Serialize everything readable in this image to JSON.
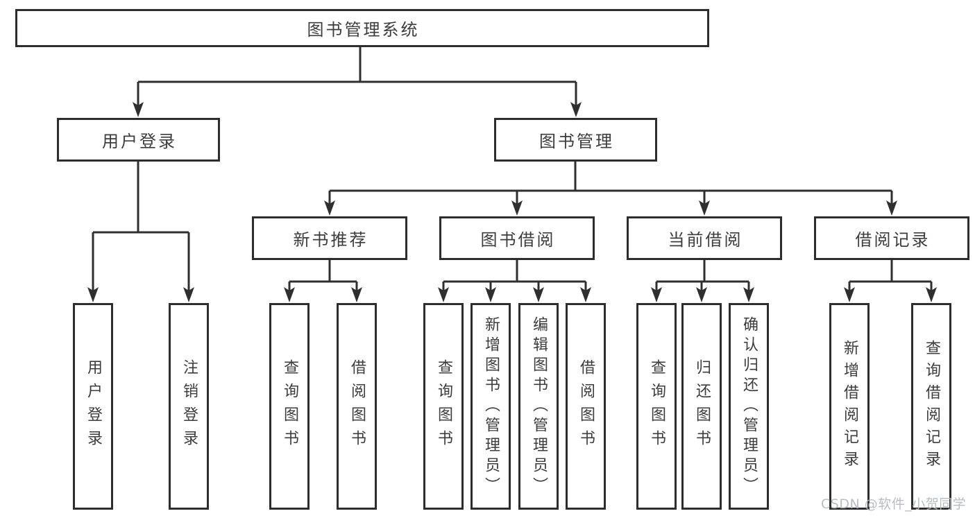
{
  "colors": {
    "line": "#2f2f2f",
    "box_border": "#2d2d2d",
    "text": "#3c3c3c",
    "background": "#ffffff",
    "watermark": "#b5bac1"
  },
  "watermark": {
    "text": "CSDN @软件_小贺同学"
  },
  "tree": {
    "root": {
      "label": "图书管理系统",
      "children": [
        {
          "label": "用户登录",
          "children": [
            {
              "label": "用户登录"
            },
            {
              "label": "注销登录"
            }
          ]
        },
        {
          "label": "图书管理",
          "children": [
            {
              "label": "新书推荐",
              "children": [
                {
                  "label": "查询图书"
                },
                {
                  "label": "借阅图书"
                }
              ]
            },
            {
              "label": "图书借阅",
              "children": [
                {
                  "label": "查询图书"
                },
                {
                  "label": "新增图书（管理员）"
                },
                {
                  "label": "编辑图书（管理员）"
                },
                {
                  "label": "借阅图书"
                }
              ]
            },
            {
              "label": "当前借阅",
              "children": [
                {
                  "label": "查询图书"
                },
                {
                  "label": "归还图书"
                },
                {
                  "label": "确认归还（管理员）"
                }
              ]
            },
            {
              "label": "借阅记录",
              "children": [
                {
                  "label": "新增借阅记录"
                },
                {
                  "label": "查询借阅记录"
                }
              ]
            }
          ]
        }
      ]
    }
  }
}
